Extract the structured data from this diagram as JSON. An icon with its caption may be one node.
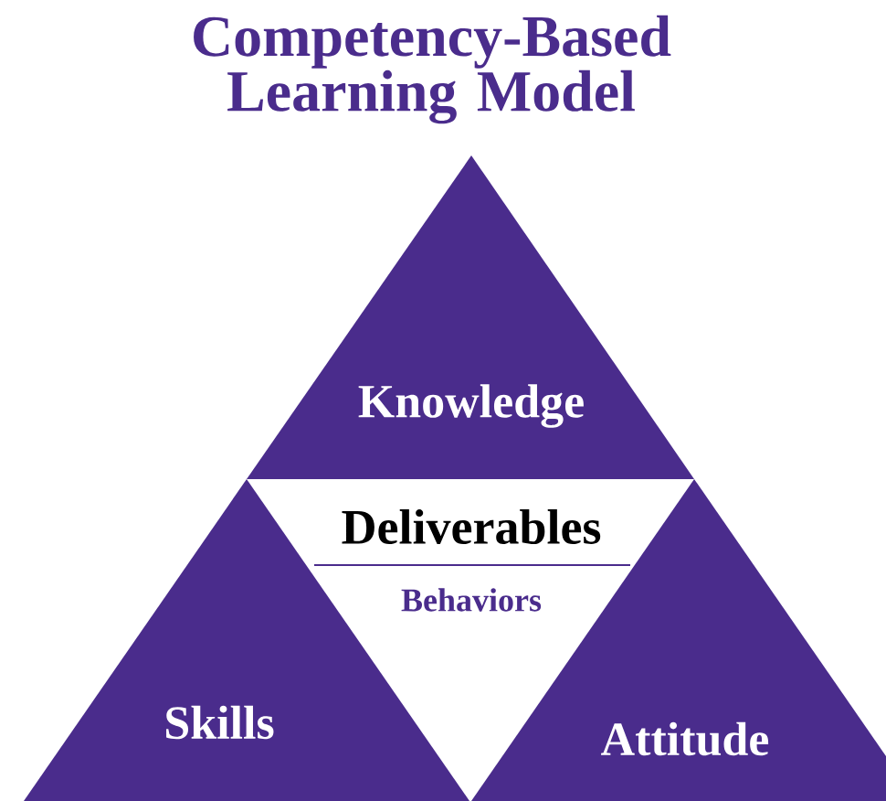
{
  "diagram": {
    "title": "Competency-Based Learning Model",
    "nodes": [
      {
        "text": [
          "Knowledge"
        ]
      },
      {
        "text": [
          "Deliverables",
          "Behaviors"
        ]
      },
      {
        "text": [
          "Skills"
        ]
      },
      {
        "text": [
          "Attitude"
        ]
      }
    ]
  }
}
